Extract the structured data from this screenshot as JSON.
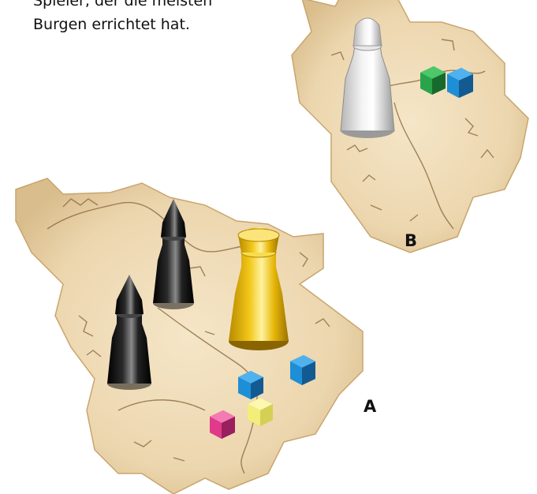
{
  "rules_text": {
    "line1": "Spieler, der die meisten",
    "line2": "Burgen errichtet hat."
  },
  "example_labels": {
    "a": "A",
    "b": "B"
  },
  "pieces": {
    "example_a": {
      "towers": [
        "black",
        "black",
        "yellow"
      ],
      "cubes": [
        "blue",
        "blue",
        "yellow",
        "magenta"
      ]
    },
    "example_b": {
      "towers": [
        "white"
      ],
      "cubes": [
        "green",
        "blue"
      ]
    }
  },
  "colors": {
    "parchment": "#efdcb8",
    "ink": "#8a6a3e",
    "tower_black": "#1a1a1a",
    "tower_yellow": "#f2c81a",
    "tower_white": "#f4f4f4",
    "cube_blue": "#1e8fd6",
    "cube_green": "#2aa44a",
    "cube_yellow": "#f3ee7a",
    "cube_magenta": "#e03a8a"
  }
}
